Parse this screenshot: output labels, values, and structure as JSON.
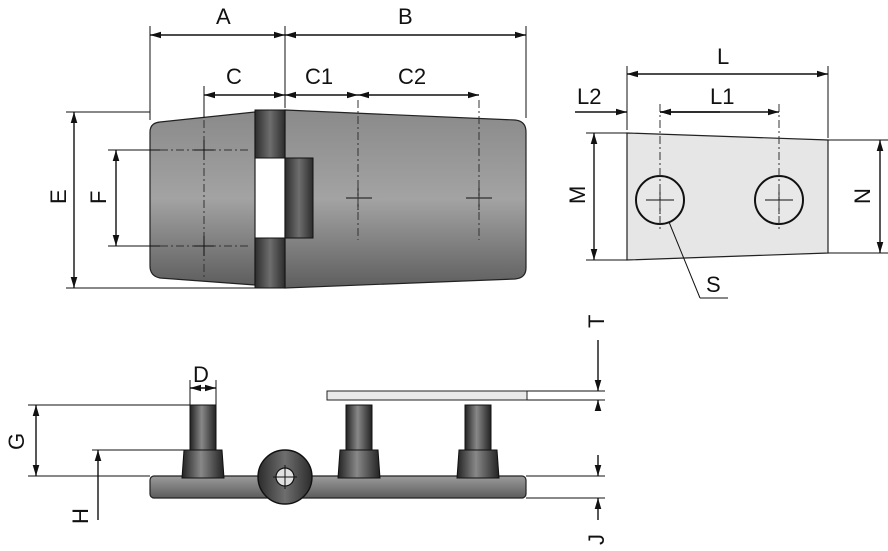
{
  "labels": {
    "A": "A",
    "B": "B",
    "C": "C",
    "C1": "C1",
    "C2": "C2",
    "E": "E",
    "F": "F",
    "L": "L",
    "L1": "L1",
    "L2": "L2",
    "M": "M",
    "N": "N",
    "S": "S",
    "T": "T",
    "D": "D",
    "G": "G",
    "H": "H",
    "J": "J"
  },
  "colors": {
    "body_light": "#9a9a9a",
    "body_dark": "#5a5a5a",
    "plate_fill": "#e6e6e6",
    "line": "#111111"
  }
}
